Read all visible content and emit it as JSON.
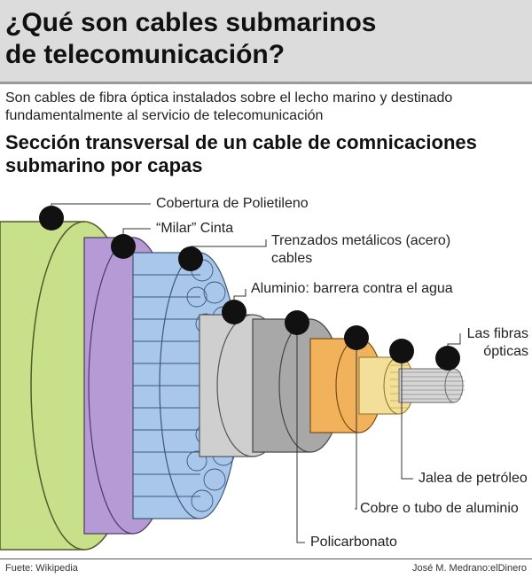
{
  "header": {
    "title_line1": "¿Qué son cables submarinos",
    "title_line2": "de telecomunicación?"
  },
  "lead_line1": "Son cables de fibra óptica instalados sobre el lecho marino y destinado",
  "lead_line2": "fundamentalmente al servicio de telecomunicación",
  "subtitle_line1": "Sección transversal de un cable de comnicaciones",
  "subtitle_line2": "submarino por capas",
  "layers": {
    "polietileno": "Cobertura de Polietileno",
    "milar": "“Milar” Cinta",
    "trenzados_1": "Trenzados metálicos (acero)",
    "trenzados_2": "cables",
    "aluminio": "Aluminio: barrera contra el agua",
    "fibras_1": "Las fibras",
    "fibras_2": "ópticas",
    "jalea": "Jalea de petróleo",
    "cobre": "Cobre o tubo de aluminio",
    "policarbonato": "Policarbonato"
  },
  "colors": {
    "polyethylene": "#c9e08a",
    "mylar": "#b69ad6",
    "steel_wires": "#a9c7ea",
    "aluminum": "#cfcfcf",
    "polycarbonate": "#a8a8a8",
    "copper": "#f2b25c",
    "jelly": "#f3df9a",
    "fibers": "#d6d6d6",
    "marker": "#111111"
  },
  "footer": {
    "source": "Fuete: Wikipedia",
    "credit": "José M. Medrano:elDinero"
  }
}
